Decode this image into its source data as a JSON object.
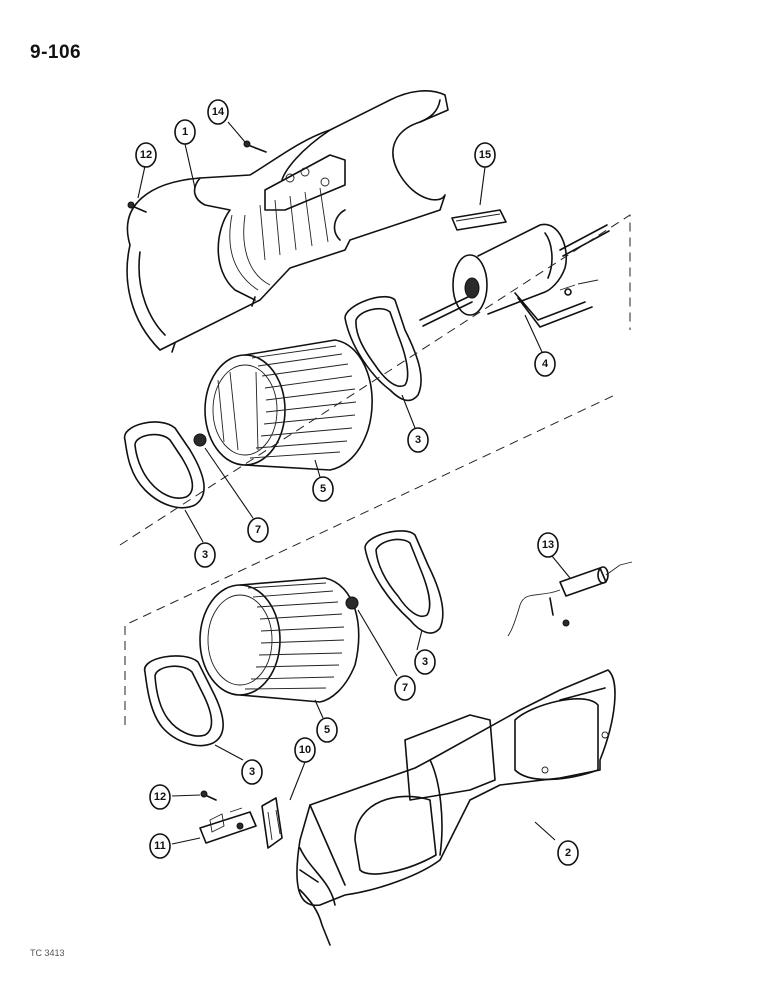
{
  "page": {
    "number": "9-106",
    "figure_code": "TC 3413"
  },
  "callouts": {
    "c1": "1",
    "c2": "2",
    "c3a": "3",
    "c3b": "3",
    "c3c": "3",
    "c3d": "3",
    "c4": "4",
    "c5a": "5",
    "c5b": "5",
    "c7a": "7",
    "c7b": "7",
    "c10": "10",
    "c11": "11",
    "c12a": "12",
    "c12b": "12",
    "c13": "13",
    "c14": "14",
    "c15": "15"
  }
}
